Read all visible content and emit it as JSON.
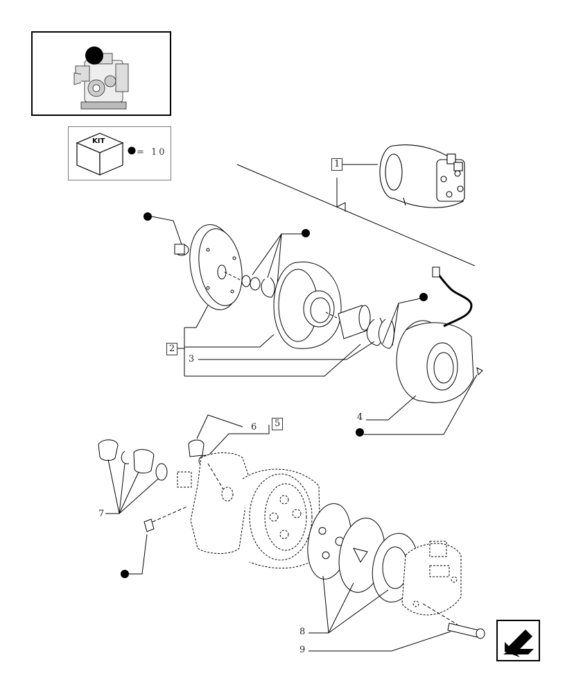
{
  "kit": {
    "label": "KIT",
    "quantity_text": "= 10"
  },
  "callouts": {
    "c1": "1",
    "c2": "2",
    "c3": "3",
    "c4": "4",
    "c5": "5",
    "c6": "6",
    "c7": "7",
    "c8": "8",
    "c9": "9"
  },
  "icons": {
    "engine_thumbnail": "engine-thumbnail-icon",
    "kit_cube": "kit-cube-icon",
    "bullet": "black-dot-icon",
    "next_page": "next-page-arrow-icon"
  },
  "colors": {
    "line": "#000000",
    "accent_fill": "#000000"
  }
}
